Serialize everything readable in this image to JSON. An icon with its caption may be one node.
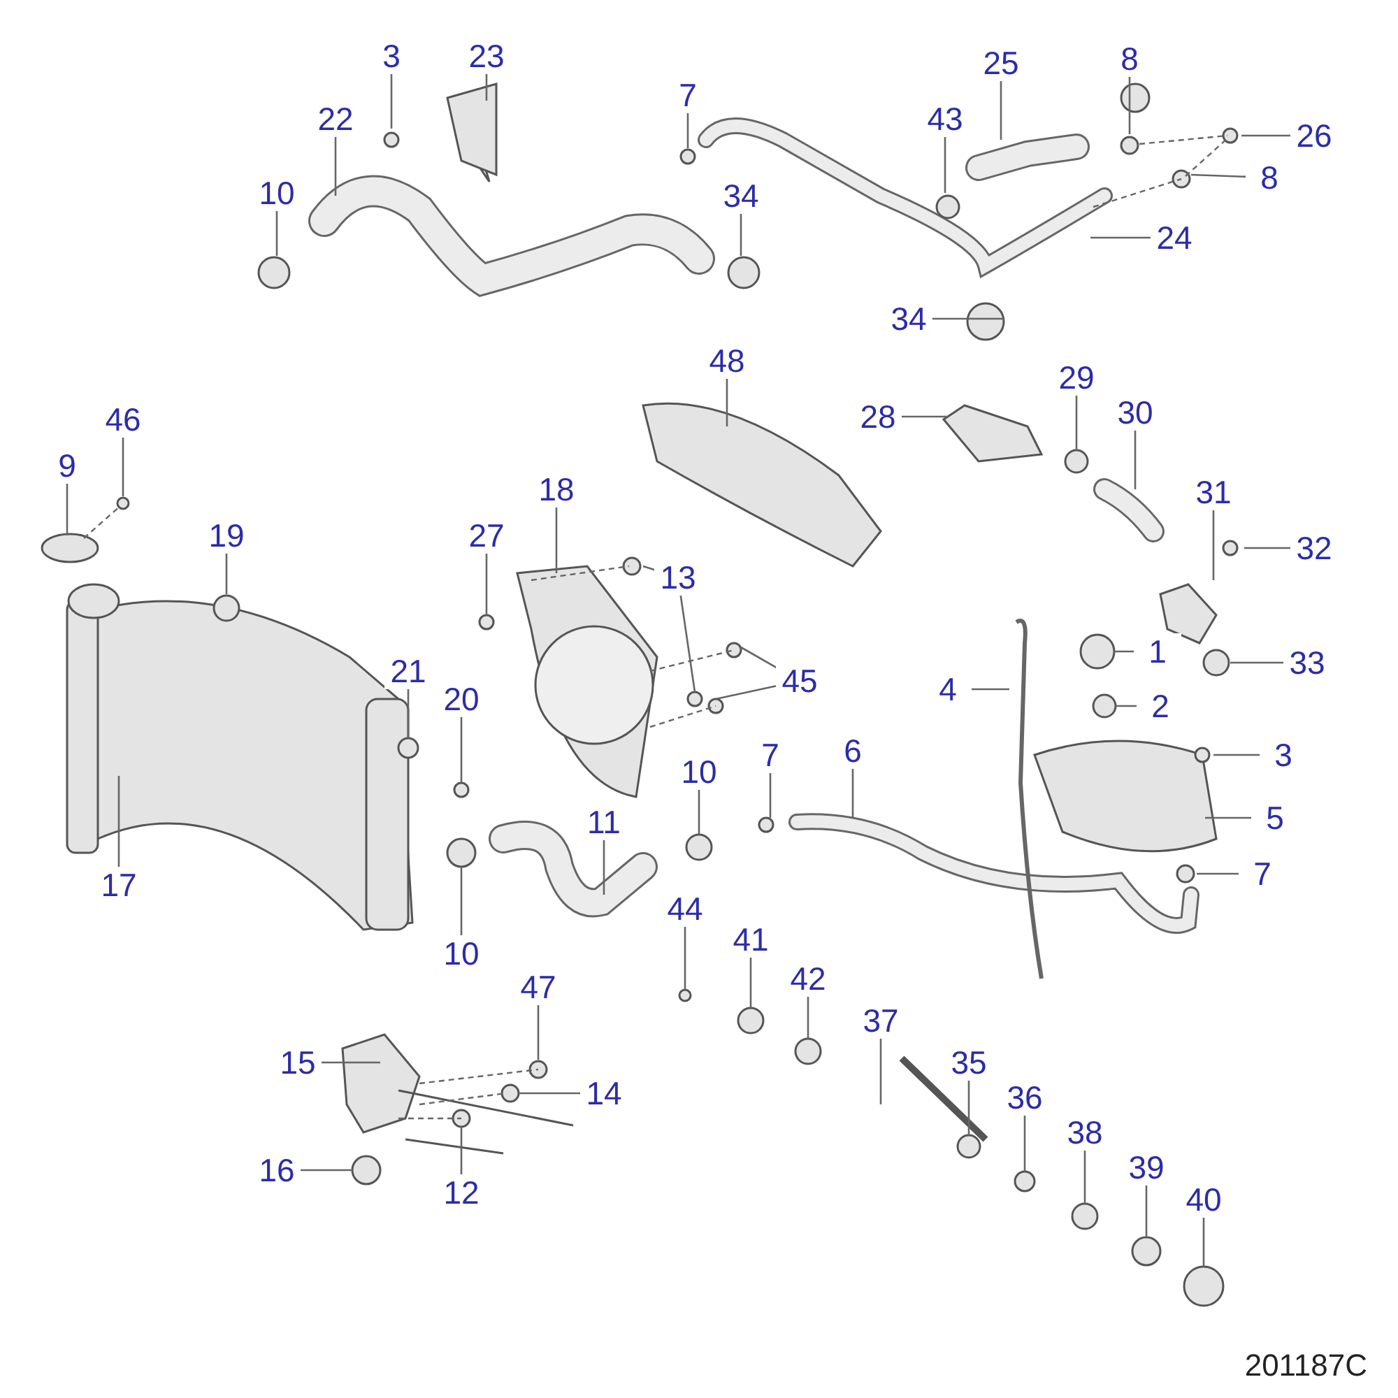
{
  "diagram": {
    "nodes": [
      {
        "text": [
          "3"
        ]
      },
      {
        "text": [
          "23"
        ]
      },
      {
        "text": [
          "7"
        ]
      },
      {
        "text": [
          "25"
        ]
      },
      {
        "text": [
          "8"
        ]
      },
      {
        "text": [
          "22"
        ]
      },
      {
        "text": [
          "43"
        ]
      },
      {
        "text": [
          "26"
        ]
      },
      {
        "text": [
          "10"
        ]
      },
      {
        "text": [
          "34"
        ]
      },
      {
        "text": [
          "8"
        ]
      },
      {
        "text": [
          "24"
        ]
      },
      {
        "text": [
          "34"
        ]
      },
      {
        "text": [
          "48"
        ]
      },
      {
        "text": [
          "28"
        ]
      },
      {
        "text": [
          "29"
        ]
      },
      {
        "text": [
          "30"
        ]
      },
      {
        "text": [
          "9"
        ]
      },
      {
        "text": [
          "46"
        ]
      },
      {
        "text": [
          "31"
        ]
      },
      {
        "text": [
          "19"
        ]
      },
      {
        "text": [
          "27"
        ]
      },
      {
        "text": [
          "18"
        ]
      },
      {
        "text": [
          "13"
        ]
      },
      {
        "text": [
          "32"
        ]
      },
      {
        "text": [
          "1"
        ]
      },
      {
        "text": [
          "33"
        ]
      },
      {
        "text": [
          "45"
        ]
      },
      {
        "text": [
          "4"
        ]
      },
      {
        "text": [
          "2"
        ]
      },
      {
        "text": [
          "21"
        ]
      },
      {
        "text": [
          "20"
        ]
      },
      {
        "text": [
          "3"
        ]
      },
      {
        "text": [
          "7"
        ]
      },
      {
        "text": [
          "6"
        ]
      },
      {
        "text": [
          "10"
        ]
      },
      {
        "text": [
          "5"
        ]
      },
      {
        "text": [
          "17"
        ]
      },
      {
        "text": [
          "11"
        ]
      },
      {
        "text": [
          "10"
        ]
      },
      {
        "text": [
          "7"
        ]
      },
      {
        "text": [
          "44"
        ]
      },
      {
        "text": [
          "41"
        ]
      },
      {
        "text": [
          "42"
        ]
      },
      {
        "text": [
          "47"
        ]
      },
      {
        "text": [
          "37"
        ]
      },
      {
        "text": [
          "15"
        ]
      },
      {
        "text": [
          "14"
        ]
      },
      {
        "text": [
          "35"
        ]
      },
      {
        "text": [
          "36"
        ]
      },
      {
        "text": [
          "38"
        ]
      },
      {
        "text": [
          "39"
        ]
      },
      {
        "text": [
          "40"
        ]
      },
      {
        "text": [
          "16"
        ]
      },
      {
        "text": [
          "12"
        ]
      }
    ],
    "edges": [
      {
        "from": 0,
        "to": null,
        "arrow": "none"
      },
      {
        "from": 1,
        "to": null,
        "arrow": "none"
      },
      {
        "from": 2,
        "to": null,
        "arrow": "none"
      },
      {
        "from": 3,
        "to": null,
        "arrow": "none"
      },
      {
        "from": 4,
        "to": null,
        "arrow": "none"
      },
      {
        "from": 5,
        "to": null,
        "arrow": "none"
      },
      {
        "from": 6,
        "to": null,
        "arrow": "none"
      },
      {
        "from": 7,
        "to": null,
        "arrow": "none"
      },
      {
        "from": 8,
        "to": null,
        "arrow": "none"
      },
      {
        "from": 9,
        "to": null,
        "arrow": "none"
      },
      {
        "from": 10,
        "to": null,
        "arrow": "none"
      },
      {
        "from": 11,
        "to": null,
        "arrow": "none"
      },
      {
        "from": 12,
        "to": null,
        "arrow": "none"
      },
      {
        "from": 13,
        "to": null,
        "arrow": "none"
      },
      {
        "from": 14,
        "to": null,
        "arrow": "none"
      },
      {
        "from": 15,
        "to": null,
        "arrow": "none"
      },
      {
        "from": 16,
        "to": null,
        "arrow": "none"
      },
      {
        "from": 17,
        "to": null,
        "arrow": "none"
      },
      {
        "from": 18,
        "to": null,
        "arrow": "none"
      },
      {
        "from": 19,
        "to": null,
        "arrow": "none"
      },
      {
        "from": 20,
        "to": null,
        "arrow": "none"
      },
      {
        "from": 21,
        "to": null,
        "arrow": "none"
      },
      {
        "from": 22,
        "to": null,
        "arrow": "none"
      },
      {
        "from": 23,
        "to": null,
        "arrow": "none"
      },
      {
        "from": 23,
        "to": null,
        "arrow": "none"
      },
      {
        "from": 24,
        "to": null,
        "arrow": "none"
      },
      {
        "from": 25,
        "to": null,
        "arrow": "none"
      },
      {
        "from": 26,
        "to": null,
        "arrow": "none"
      },
      {
        "from": 27,
        "to": null,
        "arrow": "none"
      },
      {
        "from": 27,
        "to": null,
        "arrow": "none"
      },
      {
        "from": 28,
        "to": null,
        "arrow": "none"
      },
      {
        "from": 29,
        "to": null,
        "arrow": "none"
      },
      {
        "from": 30,
        "to": null,
        "arrow": "none"
      },
      {
        "from": 31,
        "to": null,
        "arrow": "none"
      },
      {
        "from": 32,
        "to": null,
        "arrow": "none"
      },
      {
        "from": 33,
        "to": null,
        "arrow": "none"
      },
      {
        "from": 34,
        "to": null,
        "arrow": "none"
      },
      {
        "from": 35,
        "to": null,
        "arrow": "none"
      },
      {
        "from": 36,
        "to": null,
        "arrow": "none"
      },
      {
        "from": 37,
        "to": null,
        "arrow": "none"
      },
      {
        "from": 38,
        "to": null,
        "arrow": "none"
      },
      {
        "from": 39,
        "to": null,
        "arrow": "none"
      },
      {
        "from": 40,
        "to": null,
        "arrow": "none"
      },
      {
        "from": 41,
        "to": null,
        "arrow": "none"
      },
      {
        "from": 42,
        "to": null,
        "arrow": "none"
      },
      {
        "from": 43,
        "to": null,
        "arrow": "none"
      },
      {
        "from": 44,
        "to": null,
        "arrow": "none"
      },
      {
        "from": 45,
        "to": null,
        "arrow": "none"
      },
      {
        "from": 46,
        "to": null,
        "arrow": "none"
      },
      {
        "from": 47,
        "to": null,
        "arrow": "none"
      },
      {
        "from": 48,
        "to": null,
        "arrow": "none"
      },
      {
        "from": 49,
        "to": null,
        "arrow": "none"
      },
      {
        "from": 50,
        "to": null,
        "arrow": "none"
      },
      {
        "from": 51,
        "to": null,
        "arrow": "none"
      },
      {
        "from": 52,
        "to": null,
        "arrow": "none"
      },
      {
        "from": 53,
        "to": null,
        "arrow": "none"
      },
      {
        "from": 54,
        "to": null,
        "arrow": "none"
      }
    ],
    "labels": [
      "201187C"
    ]
  }
}
